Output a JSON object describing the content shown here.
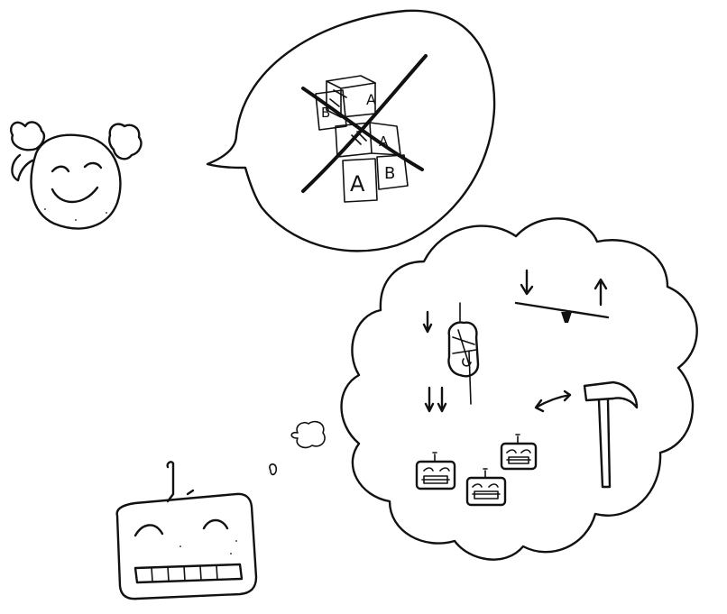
{
  "colors": {
    "ink": "#111111",
    "paper": "#ffffff"
  },
  "speech_bubble": {
    "blocks": {
      "top_letter": "A",
      "middle_left_letter": "B",
      "middle_right_letter": "A",
      "bottom_left_letter": "A",
      "bottom_right_letter": "B"
    }
  },
  "icons": [
    "girl-face-icon",
    "speech-bubble-icon",
    "crossed-out-blocks-icon",
    "robot-head-icon",
    "thought-bubble-icon",
    "seesaw-icon",
    "falling-object-icon",
    "hammer-icon",
    "small-robot-icon"
  ]
}
